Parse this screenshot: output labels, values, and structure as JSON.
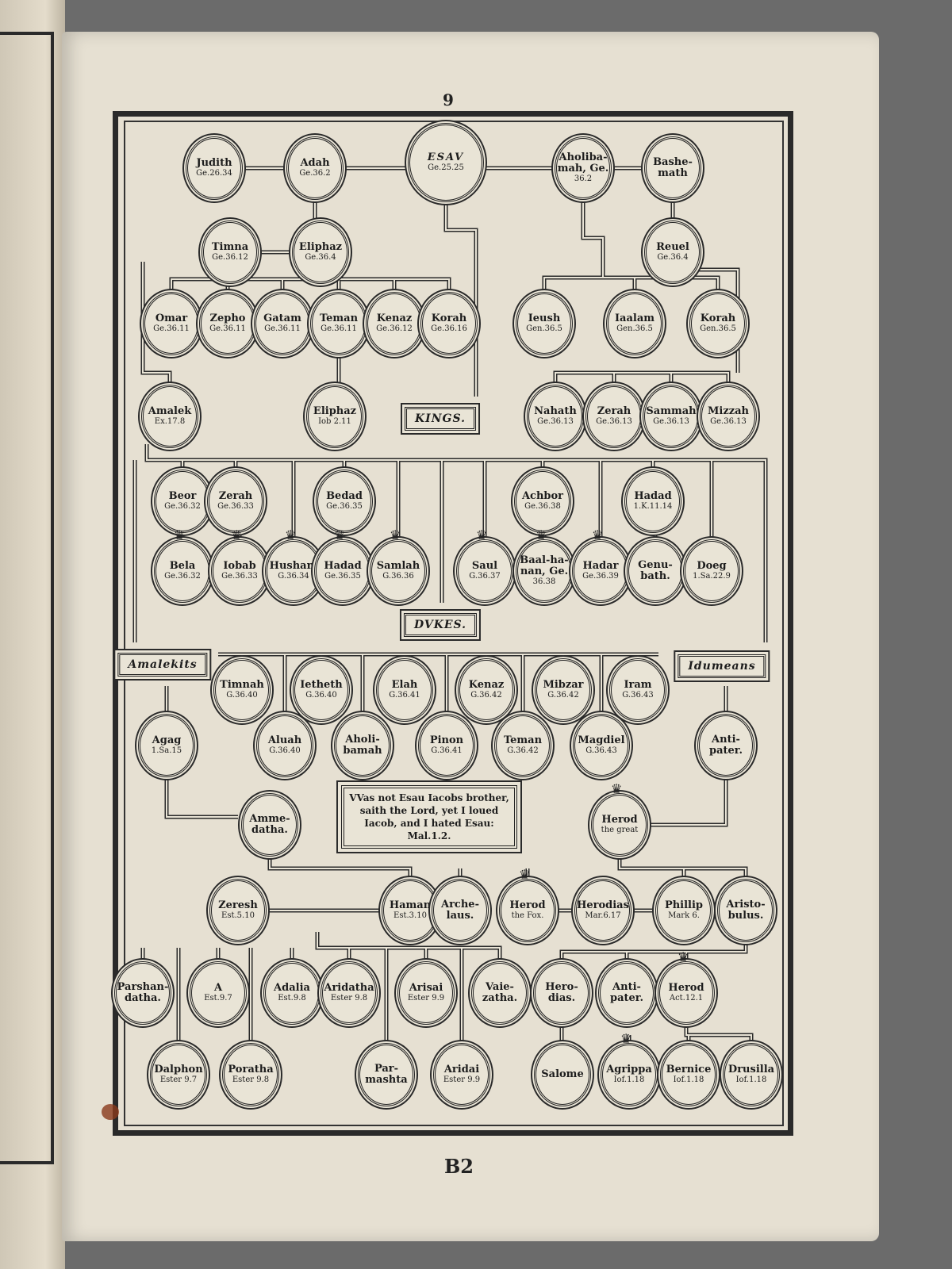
{
  "page_number_top": "9",
  "signature_mark": "B2",
  "labels": {
    "kings": "KINGS.",
    "dukes": "DVKES.",
    "amalekits": "Amalekits",
    "idumeans": "Idumeans"
  },
  "quote": "VVas not Esau Iacobs brother, saith the Lord, yet I loued Iacob, and I hated Esau: Mal.1.2.",
  "nodes": [
    {
      "name": "Judith",
      "ref": "Ge.26.34"
    },
    {
      "name": "Adah",
      "ref": "Ge.36.2"
    },
    {
      "name": "ESAV",
      "ref": "Ge.25.25"
    },
    {
      "name": "Aholiba-\nmah, Ge.",
      "ref": "36.2"
    },
    {
      "name": "Bashe-\nmath",
      "ref": ""
    },
    {
      "name": "Timna",
      "ref": "Ge.36.12"
    },
    {
      "name": "Eliphaz",
      "ref": "Ge.36.4"
    },
    {
      "name": "Reuel",
      "ref": "Ge.36.4"
    },
    {
      "name": "Omar",
      "ref": "Ge.36.11"
    },
    {
      "name": "Zepho",
      "ref": "Ge.36.11"
    },
    {
      "name": "Gatam",
      "ref": "Ge.36.11"
    },
    {
      "name": "Teman",
      "ref": "Ge.36.11"
    },
    {
      "name": "Kenaz",
      "ref": "Ge.36.12"
    },
    {
      "name": "Korah",
      "ref": "Ge.36.16"
    },
    {
      "name": "Ieush",
      "ref": "Gen.36.5"
    },
    {
      "name": "Iaalam",
      "ref": "Gen.36.5"
    },
    {
      "name": "Korah",
      "ref": "Gen.36.5"
    },
    {
      "name": "Amalek",
      "ref": "Ex.17.8"
    },
    {
      "name": "Eliphaz",
      "ref": "Iob 2.11"
    },
    {
      "name": "Nahath",
      "ref": "Ge.36.13"
    },
    {
      "name": "Zerah",
      "ref": "Ge.36.13"
    },
    {
      "name": "Sammah",
      "ref": "Ge.36.13"
    },
    {
      "name": "Mizzah",
      "ref": "Ge.36.13"
    },
    {
      "name": "Beor",
      "ref": "Ge.36.32"
    },
    {
      "name": "Zerah",
      "ref": "Ge.36.33"
    },
    {
      "name": "Bedad",
      "ref": "Ge.36.35"
    },
    {
      "name": "Achbor",
      "ref": "Ge.36.38"
    },
    {
      "name": "Hadad",
      "ref": "1.K.11.14"
    },
    {
      "name": "Bela",
      "ref": "Ge.36.32"
    },
    {
      "name": "Iobab",
      "ref": "Ge.36.33"
    },
    {
      "name": "Husham",
      "ref": "G.36.34"
    },
    {
      "name": "Hadad",
      "ref": "Ge.36.35"
    },
    {
      "name": "Samlah",
      "ref": "G.36.36"
    },
    {
      "name": "Saul",
      "ref": "G.36.37"
    },
    {
      "name": "Baal-ha-\nnan, Ge.",
      "ref": "36.38"
    },
    {
      "name": "Hadar",
      "ref": "Ge.36.39"
    },
    {
      "name": "Genu-\nbath.",
      "ref": ""
    },
    {
      "name": "Doeg",
      "ref": "1.Sa.22.9"
    },
    {
      "name": "Timnah",
      "ref": "G.36.40"
    },
    {
      "name": "Ietheth",
      "ref": "G.36.40"
    },
    {
      "name": "Elah",
      "ref": "G.36.41"
    },
    {
      "name": "Kenaz",
      "ref": "G.36.42"
    },
    {
      "name": "Mibzar",
      "ref": "G.36.42"
    },
    {
      "name": "Iram",
      "ref": "G.36.43"
    },
    {
      "name": "Agag",
      "ref": "1.Sa.15"
    },
    {
      "name": "Aluah",
      "ref": "G.36.40"
    },
    {
      "name": "Aholi-\nbamah",
      "ref": ""
    },
    {
      "name": "Pinon",
      "ref": "G.36.41"
    },
    {
      "name": "Teman",
      "ref": "G.36.42"
    },
    {
      "name": "Magdiel",
      "ref": "G.36.43"
    },
    {
      "name": "Anti-\npater.",
      "ref": ""
    },
    {
      "name": "Amme-\ndatha.",
      "ref": ""
    },
    {
      "name": "Herod",
      "ref": "the great"
    },
    {
      "name": "Zeresh",
      "ref": "Est.5.10"
    },
    {
      "name": "Haman",
      "ref": "Est.3.10"
    },
    {
      "name": "Arche-\nlaus.",
      "ref": ""
    },
    {
      "name": "Herod",
      "ref": "the Fox."
    },
    {
      "name": "Herodias",
      "ref": "Mar.6.17"
    },
    {
      "name": "Phillip",
      "ref": "Mark 6."
    },
    {
      "name": "Aristo-\nbulus.",
      "ref": ""
    },
    {
      "name": "Parshan-\ndatha.",
      "ref": ""
    },
    {
      "name": "A",
      "ref": "Est.9.7"
    },
    {
      "name": "Adalia",
      "ref": "Est.9.8"
    },
    {
      "name": "Aridatha",
      "ref": "Ester 9.8"
    },
    {
      "name": "Arisai",
      "ref": "Ester 9.9"
    },
    {
      "name": "Vaie-\nzatha.",
      "ref": ""
    },
    {
      "name": "Hero-\ndias.",
      "ref": ""
    },
    {
      "name": "Anti-\npater.",
      "ref": ""
    },
    {
      "name": "Herod",
      "ref": "Act.12.1"
    },
    {
      "name": "Dalphon",
      "ref": "Ester 9.7"
    },
    {
      "name": "Poratha",
      "ref": "Ester 9.8"
    },
    {
      "name": "Par-\nmashta",
      "ref": ""
    },
    {
      "name": "Aridai",
      "ref": "Ester 9.9"
    },
    {
      "name": "Salome",
      "ref": ""
    },
    {
      "name": "Agrippa",
      "ref": "Iof.1.18"
    },
    {
      "name": "Bernice",
      "ref": "Iof.1.18"
    },
    {
      "name": "Drusilla",
      "ref": "Iof.1.18"
    }
  ]
}
